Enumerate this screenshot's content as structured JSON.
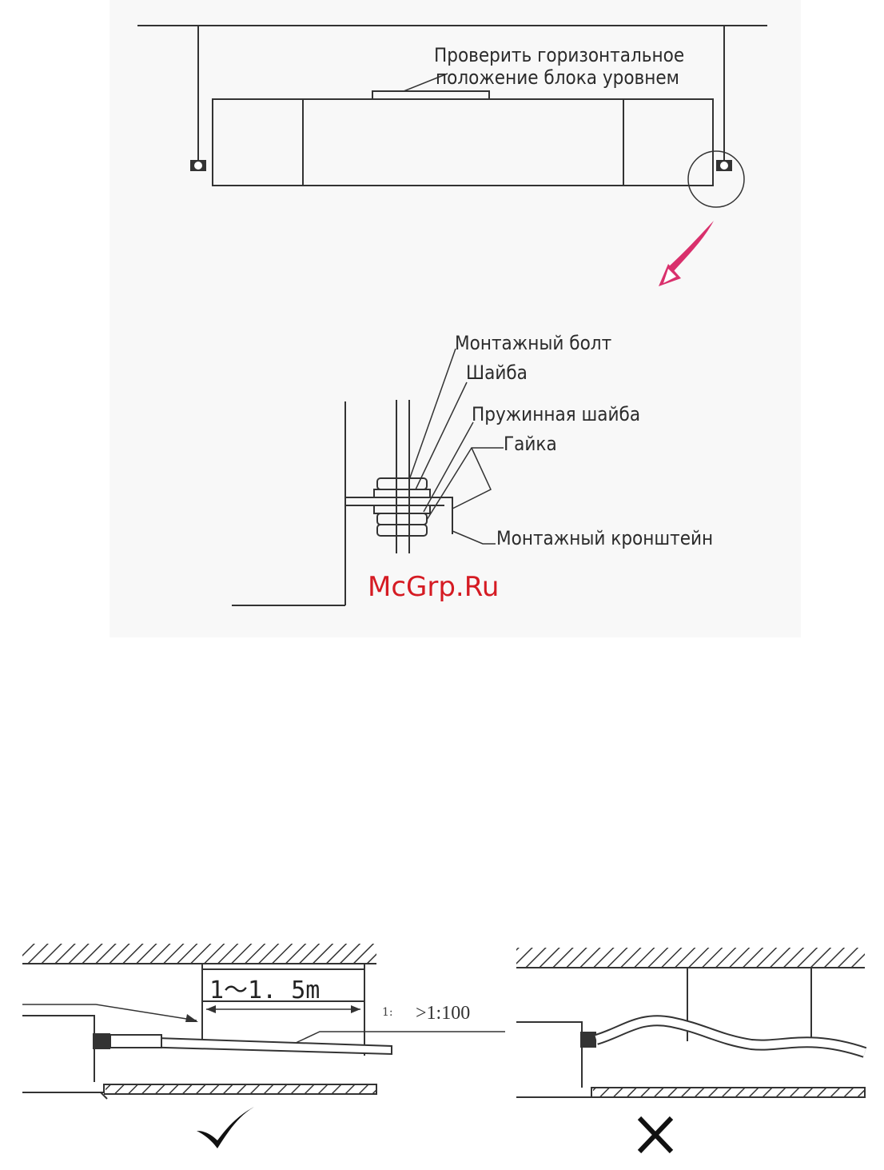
{
  "top_figure": {
    "level_label_line1": "Проверить горизонтальное",
    "level_label_line2": "положение блока уровнем"
  },
  "detail_figure": {
    "labels": {
      "bolt": "Монтажный болт",
      "washer": "Шайба",
      "spring_washer": "Пружинная шайба",
      "nut": "Гайка",
      "bracket": "Монтажный кронштейн"
    }
  },
  "watermark": "McGrp.Ru",
  "pipe_figures": {
    "hanger_spacing": "1～1. 5m",
    "slope_small": "1:",
    "slope": ">1:100",
    "correct_mark": "check-mark-icon",
    "wrong_mark": "cross-mark-icon"
  },
  "colors": {
    "line": "#333333",
    "watermark": "#d51b23",
    "arrow": "#d9306c"
  }
}
